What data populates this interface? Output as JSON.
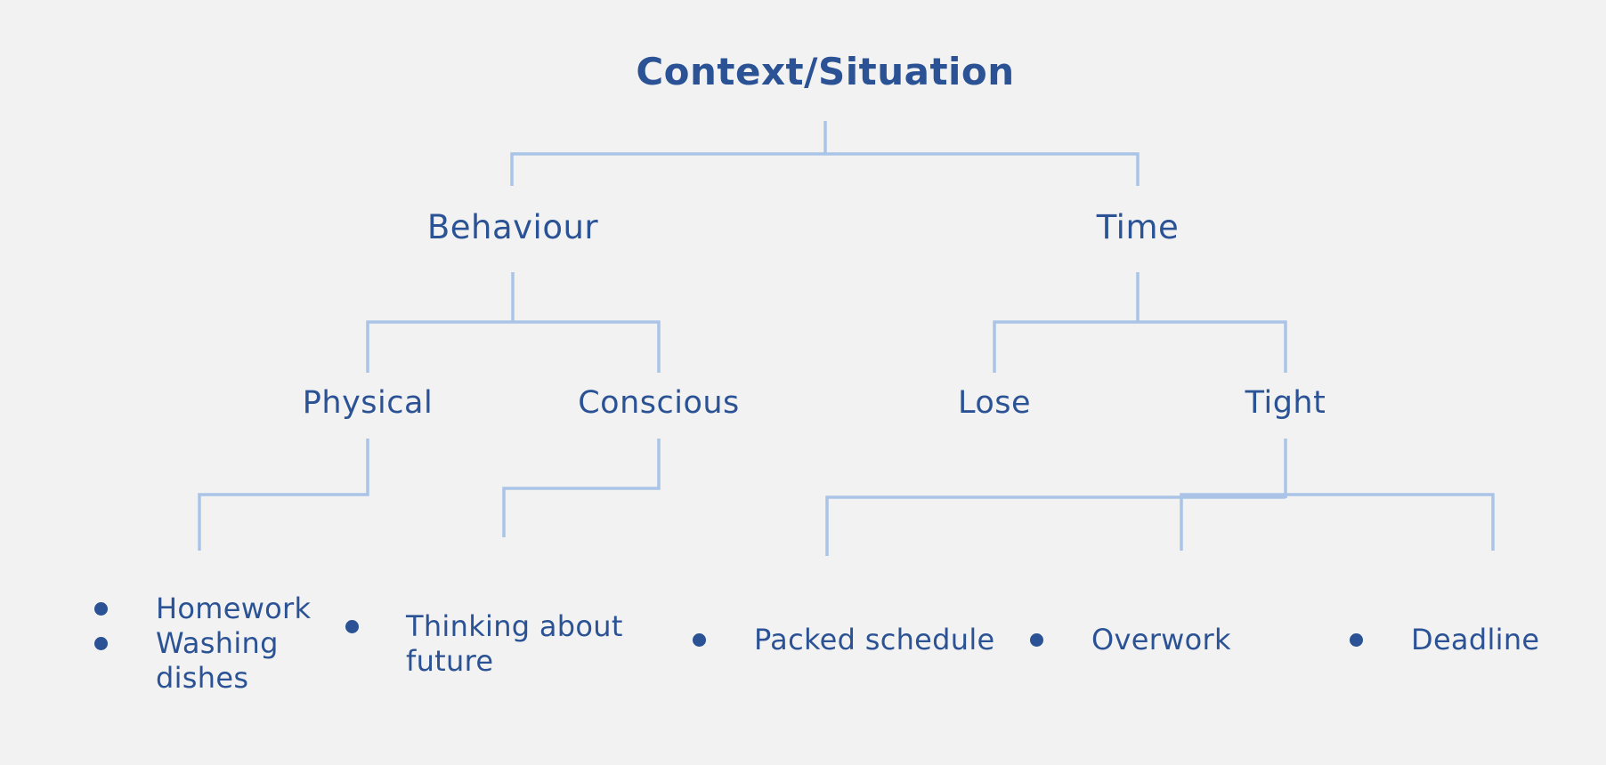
{
  "colors": {
    "background": "#f2f2f2",
    "text": "#2a5294",
    "connector": "#a9c4e6"
  },
  "title": "Context/Situation",
  "branches": [
    {
      "label": "Behaviour",
      "children": [
        {
          "label": "Physical",
          "items": [
            "Homework",
            "Washing dishes"
          ]
        },
        {
          "label": "Conscious",
          "items": [
            "Thinking about future"
          ]
        }
      ]
    },
    {
      "label": "Time",
      "children": [
        {
          "label": "Lose",
          "items": []
        },
        {
          "label": "Tight",
          "items": [
            "Packed schedule",
            "Overwork",
            "Deadline"
          ]
        }
      ]
    }
  ]
}
